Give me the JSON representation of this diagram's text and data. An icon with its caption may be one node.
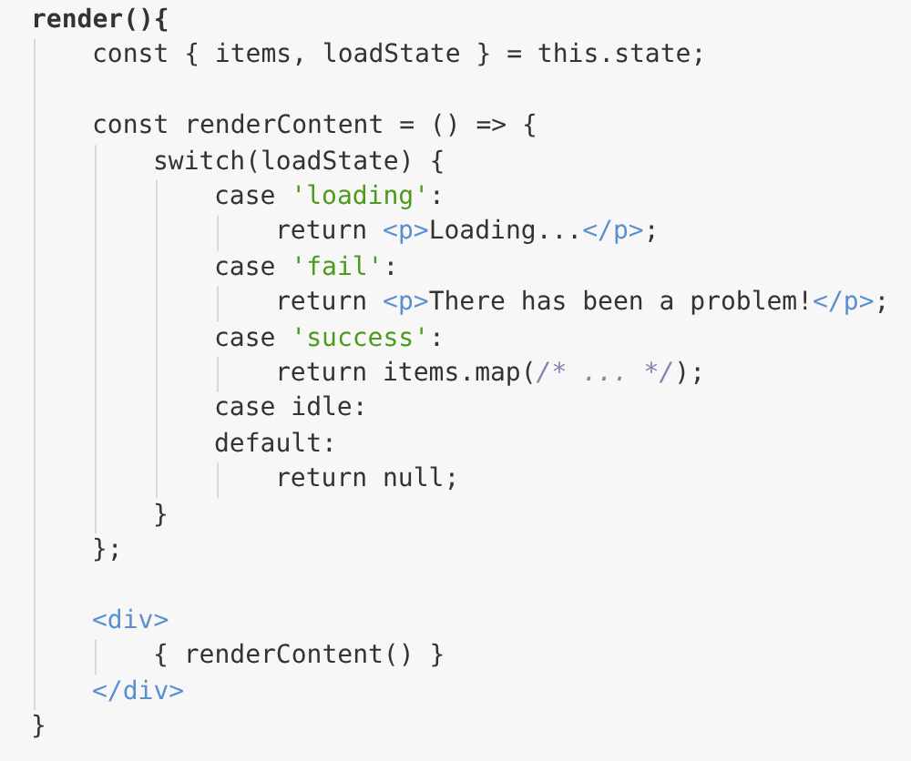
{
  "diagram": {
    "labels": [
      "render(){",
      "const { items, loadState } = this.state;",
      "const renderContent = () => {",
      "switch(loadState) {",
      "case 'loading':",
      "return <p>Loading...</p>;",
      "case 'fail':",
      "return <p>There has been a problem!</p>;",
      "case 'success':",
      "return items.map(/* ... */);",
      "case idle:",
      "default:",
      "return null;",
      "}",
      "};",
      "<div>",
      "{ renderContent() }",
      "</div>",
      "}"
    ]
  }
}
